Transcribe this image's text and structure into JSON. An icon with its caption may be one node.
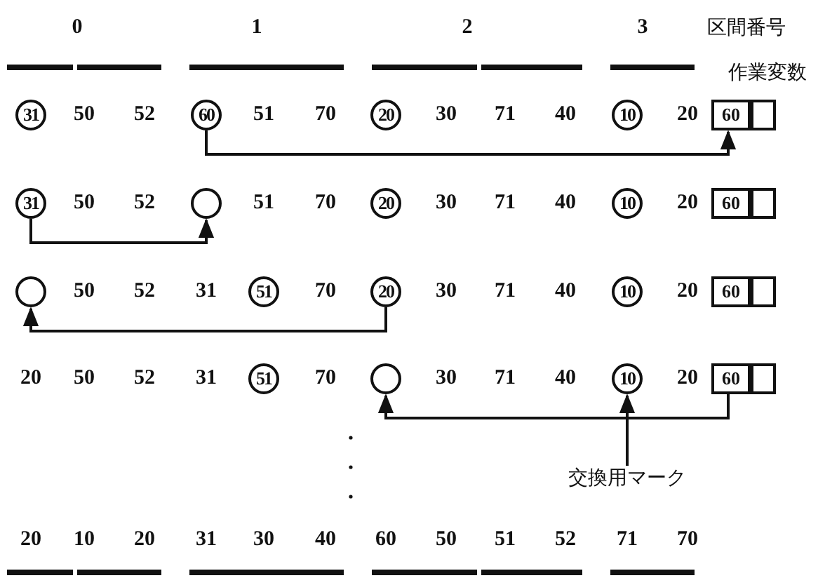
{
  "diagram": {
    "nodes": [
      {
        "text": [
          "31"
        ]
      },
      {
        "text": [
          "60"
        ]
      },
      {
        "text": [
          "20"
        ]
      },
      {
        "text": [
          "10"
        ]
      },
      {
        "text": [
          "60"
        ]
      },
      {
        "text": [
          "31"
        ]
      },
      {
        "text": [],
        "shape": "circle"
      },
      {
        "text": [
          "20"
        ]
      },
      {
        "text": [
          "10"
        ]
      },
      {
        "text": [
          "60"
        ]
      },
      {
        "text": [],
        "shape": "circle"
      },
      {
        "text": [
          "51"
        ]
      },
      {
        "text": [
          "20"
        ]
      },
      {
        "text": [
          "10"
        ]
      },
      {
        "text": [
          "60"
        ]
      },
      {
        "text": [
          "51"
        ]
      },
      {
        "text": [],
        "shape": "circle"
      },
      {
        "text": [
          "10"
        ]
      },
      {
        "text": [
          "60"
        ]
      },
      {
        "text": [
          "交換用マーク"
        ]
      }
    ],
    "edges": [
      {
        "from": 1,
        "to": 4,
        "arrow": "to"
      },
      {
        "from": 5,
        "to": 6,
        "arrow": "to"
      },
      {
        "from": 12,
        "to": 10,
        "arrow": "to"
      },
      {
        "from": 18,
        "to": 16,
        "arrow": "to"
      },
      {
        "from": 19,
        "to": 17,
        "arrow": "to"
      }
    ],
    "labels": [
      "0",
      "1",
      "2",
      "3",
      "区間番号",
      "作業変数",
      "50",
      "52",
      "51",
      "70",
      "30",
      "71",
      "40",
      "20",
      "50",
      "52",
      "51",
      "70",
      "30",
      "71",
      "40",
      "20",
      "50",
      "52",
      "31",
      "70",
      "30",
      "71",
      "40",
      "20",
      "20",
      "50",
      "52",
      "31",
      "70",
      "30",
      "71",
      "40",
      "20",
      "20",
      "10",
      "20",
      "31",
      "30",
      "40",
      "60",
      "50",
      "51",
      "52",
      "71",
      "70"
    ]
  }
}
